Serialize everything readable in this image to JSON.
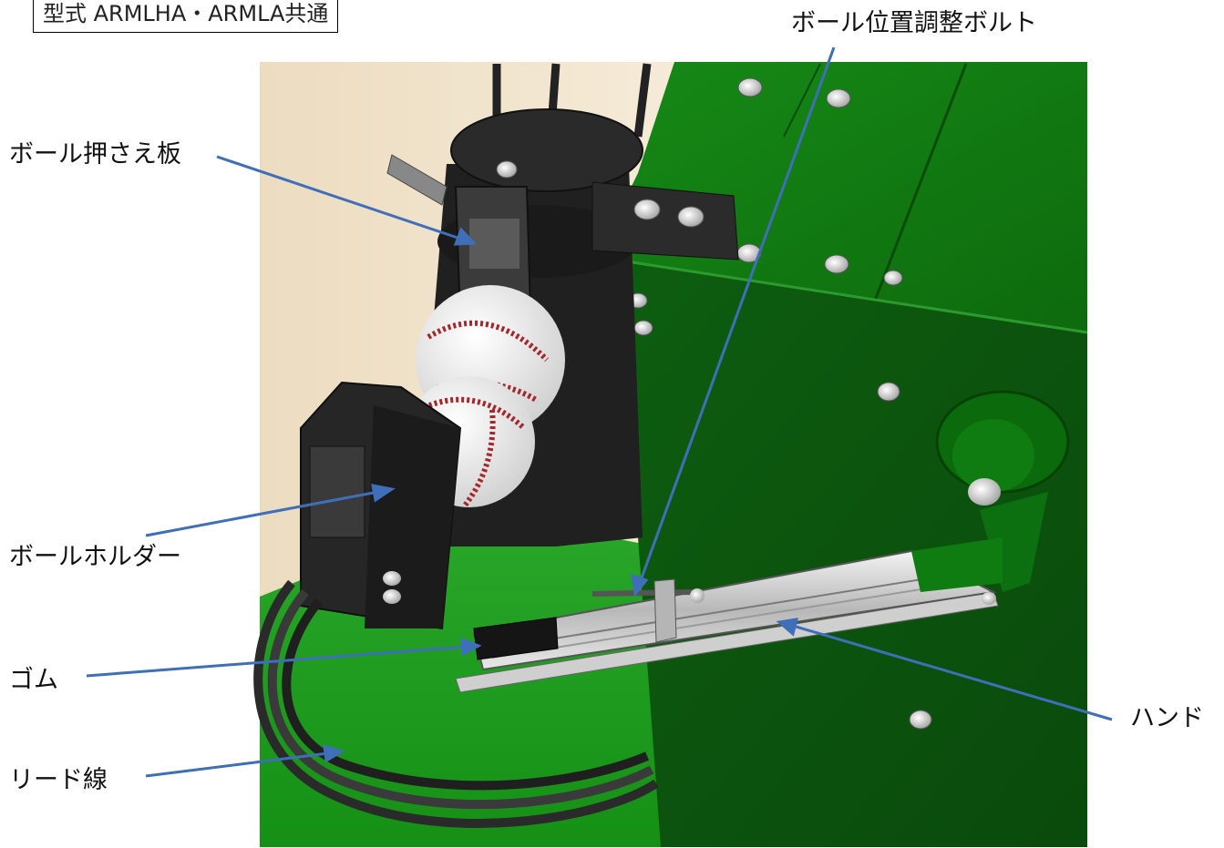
{
  "header": {
    "model_text": "型式 ARMLHA・ARMLA共通"
  },
  "labels": {
    "ball_press_plate": "ボール押さえ板",
    "ball_position_bolt": "ボール位置調整ボルト",
    "ball_holder": "ボールホルダー",
    "rubber": "ゴム",
    "hand": "ハンド",
    "lead_wire": "リード線"
  },
  "colors": {
    "leader_line": "#3f6fb8",
    "green_panel": "#1f8a1f",
    "dark_green_panel": "#0f5a12",
    "black_part": "#1e1e1e",
    "ball": "#f4f4f4",
    "stitch": "#a3272b",
    "background": "#fbf3e3"
  },
  "icons": [
    "baseball",
    "bolt-head"
  ]
}
